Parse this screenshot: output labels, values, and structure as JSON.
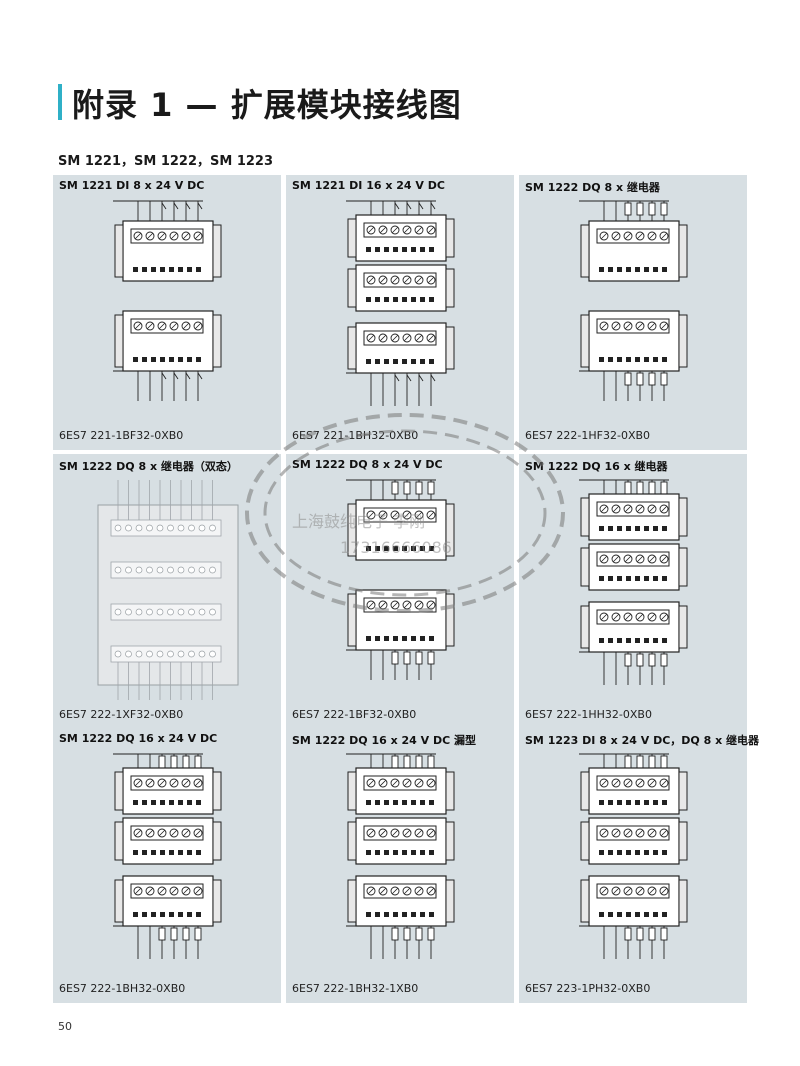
{
  "page": {
    "title": "附录 1 — 扩展模块接线图",
    "subtitle": "SM 1221，SM 1222，SM 1223",
    "page_number": "50",
    "accent_color": "#2fb0c7",
    "panel_bg": "#d7dfe3"
  },
  "panels": [
    {
      "title": "SM 1221 DI 8 x 24 V DC",
      "code": "6ES7 221-1BF32-0XB0",
      "kind": "di",
      "modules": 2
    },
    {
      "title": "SM 1221 DI 16 x 24 V DC",
      "code": "6ES7 221-1BH32-0XB0",
      "kind": "di",
      "modules": 3
    },
    {
      "title": "SM 1222 DQ 8 x 继电器",
      "code": "6ES7 222-1HF32-0XB0",
      "kind": "relay",
      "modules": 2
    },
    {
      "title": "SM 1222 DQ 8 x 继电器（双态）",
      "code": "6ES7 222-1XF32-0XB0",
      "kind": "photo",
      "modules": 2
    },
    {
      "title": "SM 1222 DQ 8 x 24 V DC",
      "code": "6ES7 222-1BF32-0XB0",
      "kind": "dq",
      "modules": 2
    },
    {
      "title": "SM 1222 DQ 16 x 继电器",
      "code": "6ES7 222-1HH32-0XB0",
      "kind": "relay",
      "modules": 3
    },
    {
      "title": "SM 1222 DQ 16 x 24 V DC",
      "code": "6ES7 222-1BH32-0XB0",
      "kind": "dq",
      "modules": 3
    },
    {
      "title": "SM 1222 DQ 16 x 24 V DC 漏型",
      "code": "6ES7 222-1BH32-1XB0",
      "kind": "dq",
      "modules": 3
    },
    {
      "title": "SM 1223 DI 8 x 24 V DC，DQ 8 x 继电器",
      "code": "6ES7 223-1PH32-0XB0",
      "kind": "relay",
      "modules": 3
    }
  ],
  "watermark": {
    "line1": "上海鼓纯电子 李刚",
    "line2": "17316666086"
  }
}
